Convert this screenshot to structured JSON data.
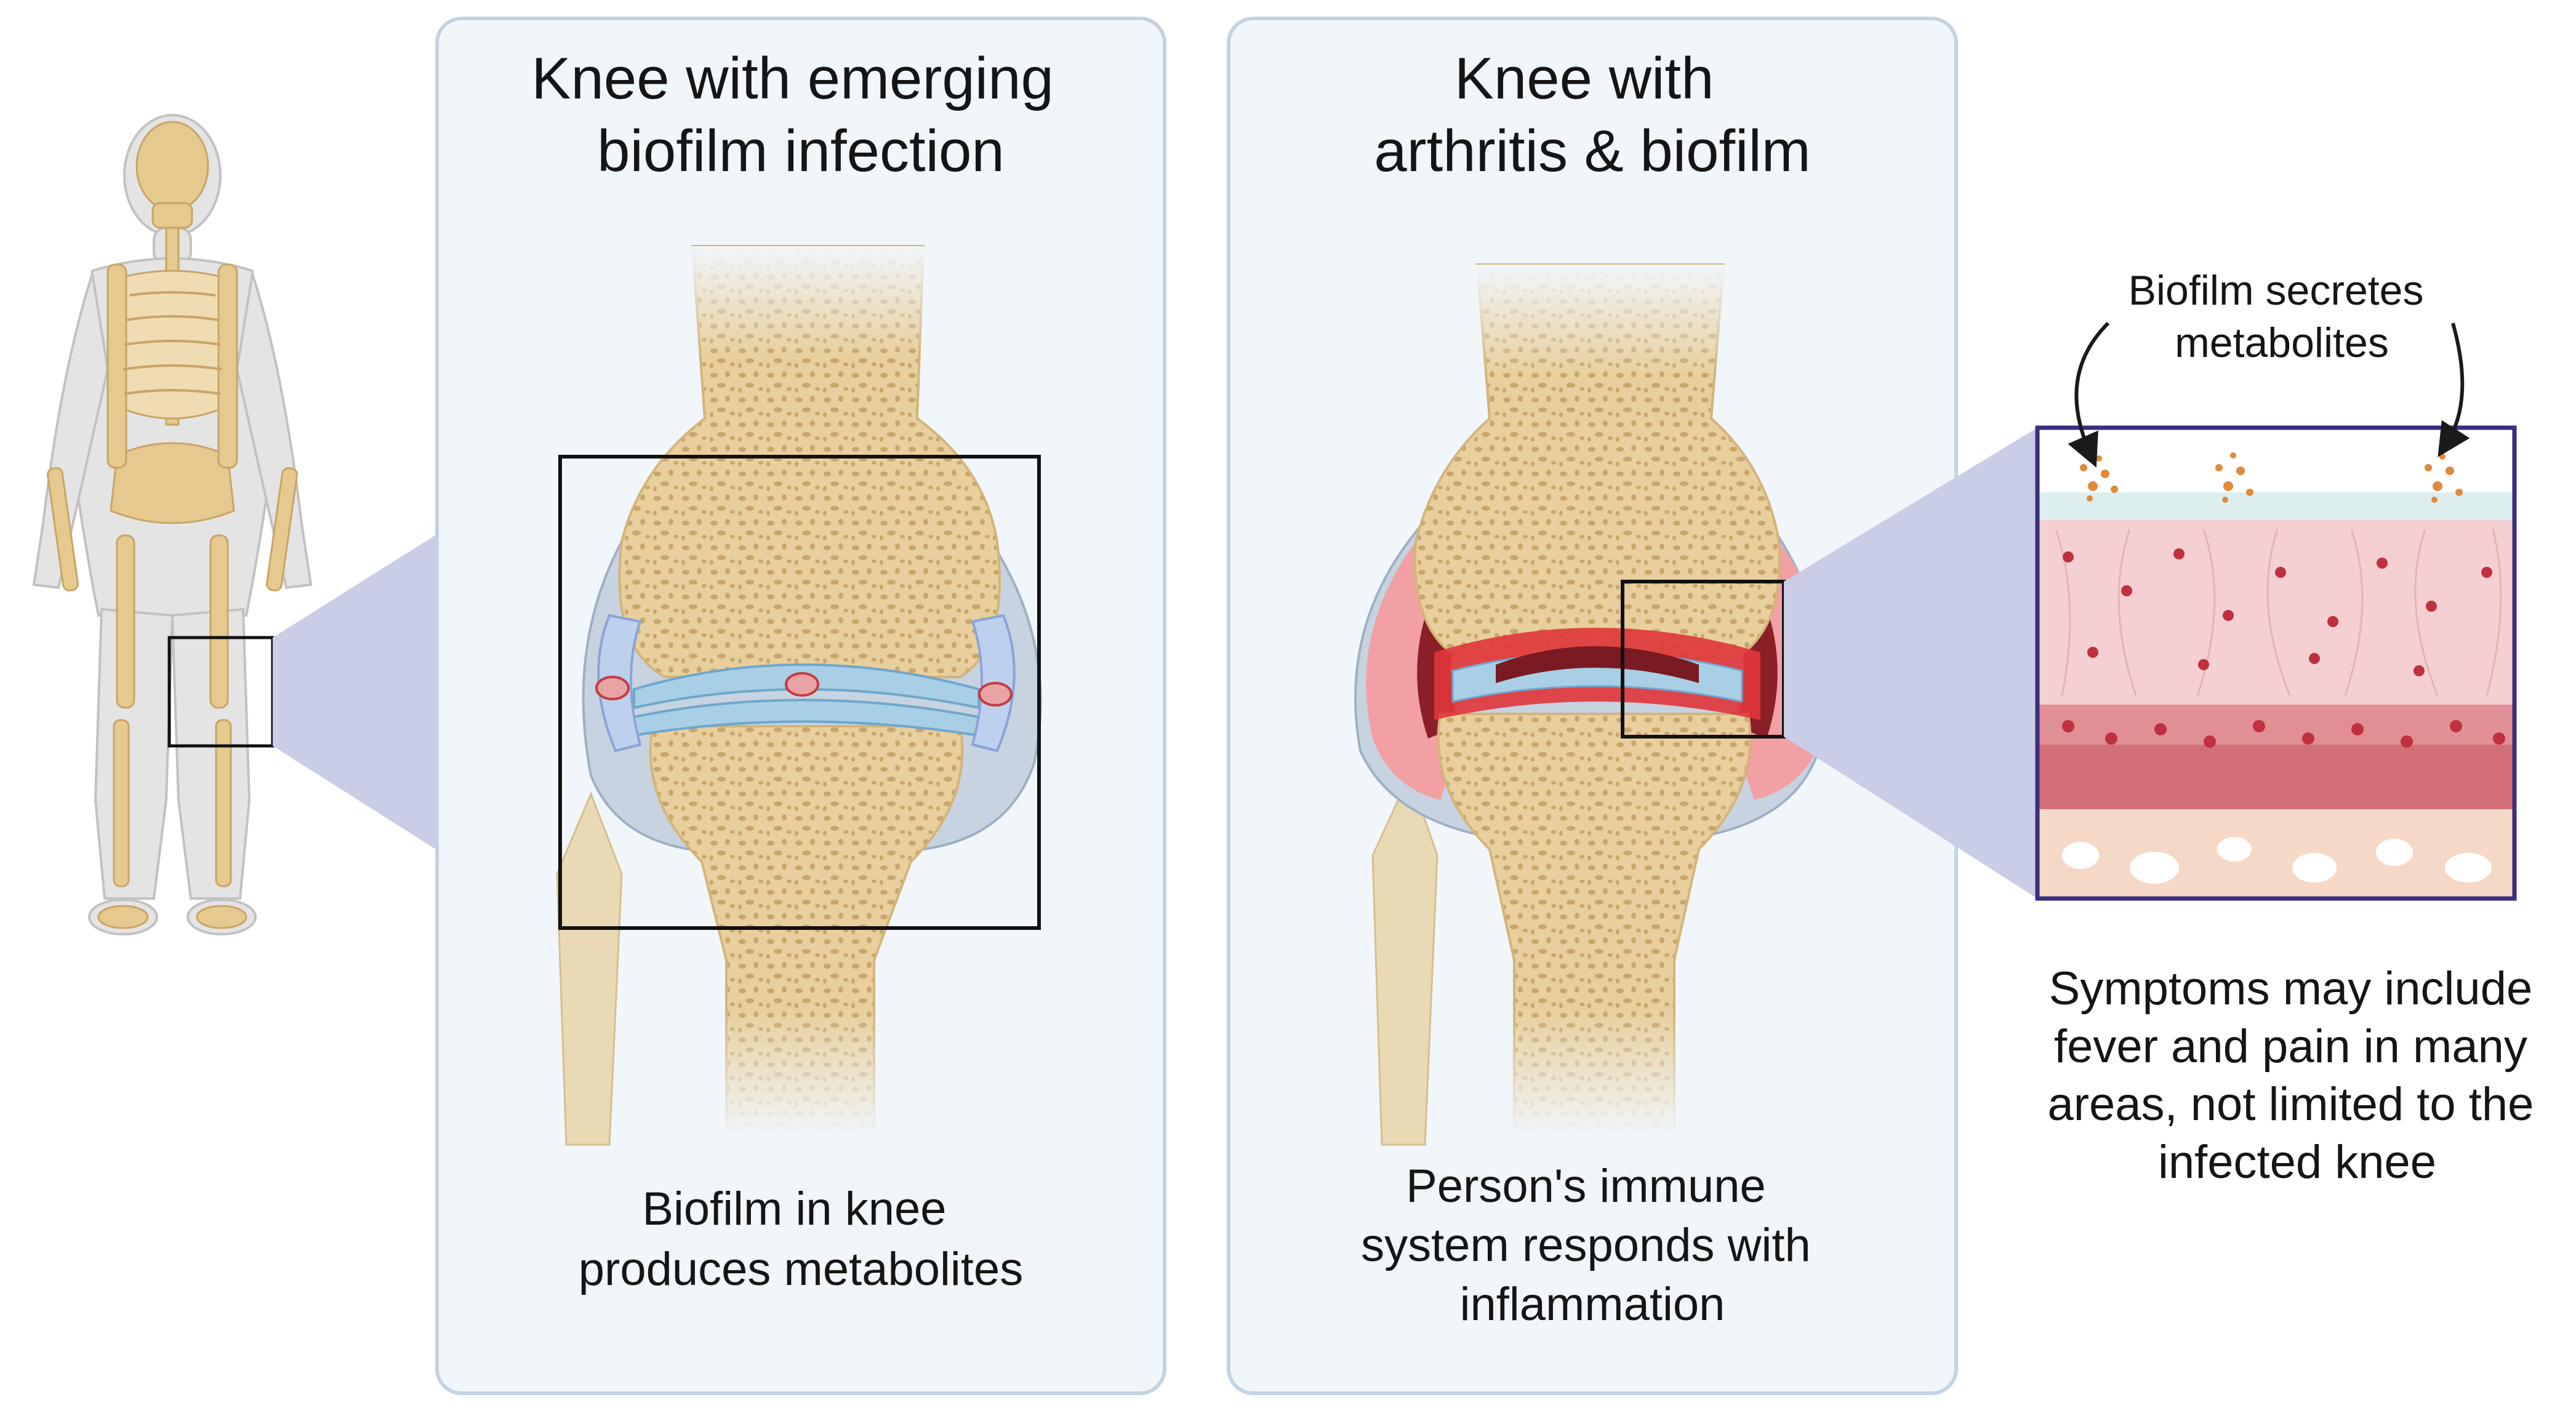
{
  "panels": [
    {
      "title_lines": [
        "Knee with emerging",
        "biofilm infection"
      ],
      "caption_lines": [
        "Biofilm in knee",
        "produces metabolites"
      ]
    },
    {
      "title_lines": [
        "Knee with",
        "arthritis & biofilm"
      ],
      "caption_lines": [
        "Person's immune",
        "system responds with",
        "inflammation"
      ]
    }
  ],
  "tissue_callout": {
    "label_lines": [
      "Biofilm secretes",
      "metabolites"
    ]
  },
  "symptoms": {
    "lines": [
      "Symptoms may include",
      "fever and pain in many",
      "areas, not limited to the",
      "infected knee"
    ]
  },
  "colors": {
    "panel_fill": "#f1f6fb",
    "panel_border": "#c4d3e1",
    "bone": "#e8cf9d",
    "bone_dark": "#d4b47a",
    "cartilage": "#a8cfe6",
    "inflammation": "#e0353a",
    "callout_purple": "#3b2d7f",
    "zoom_shade": "#c9cde6"
  }
}
